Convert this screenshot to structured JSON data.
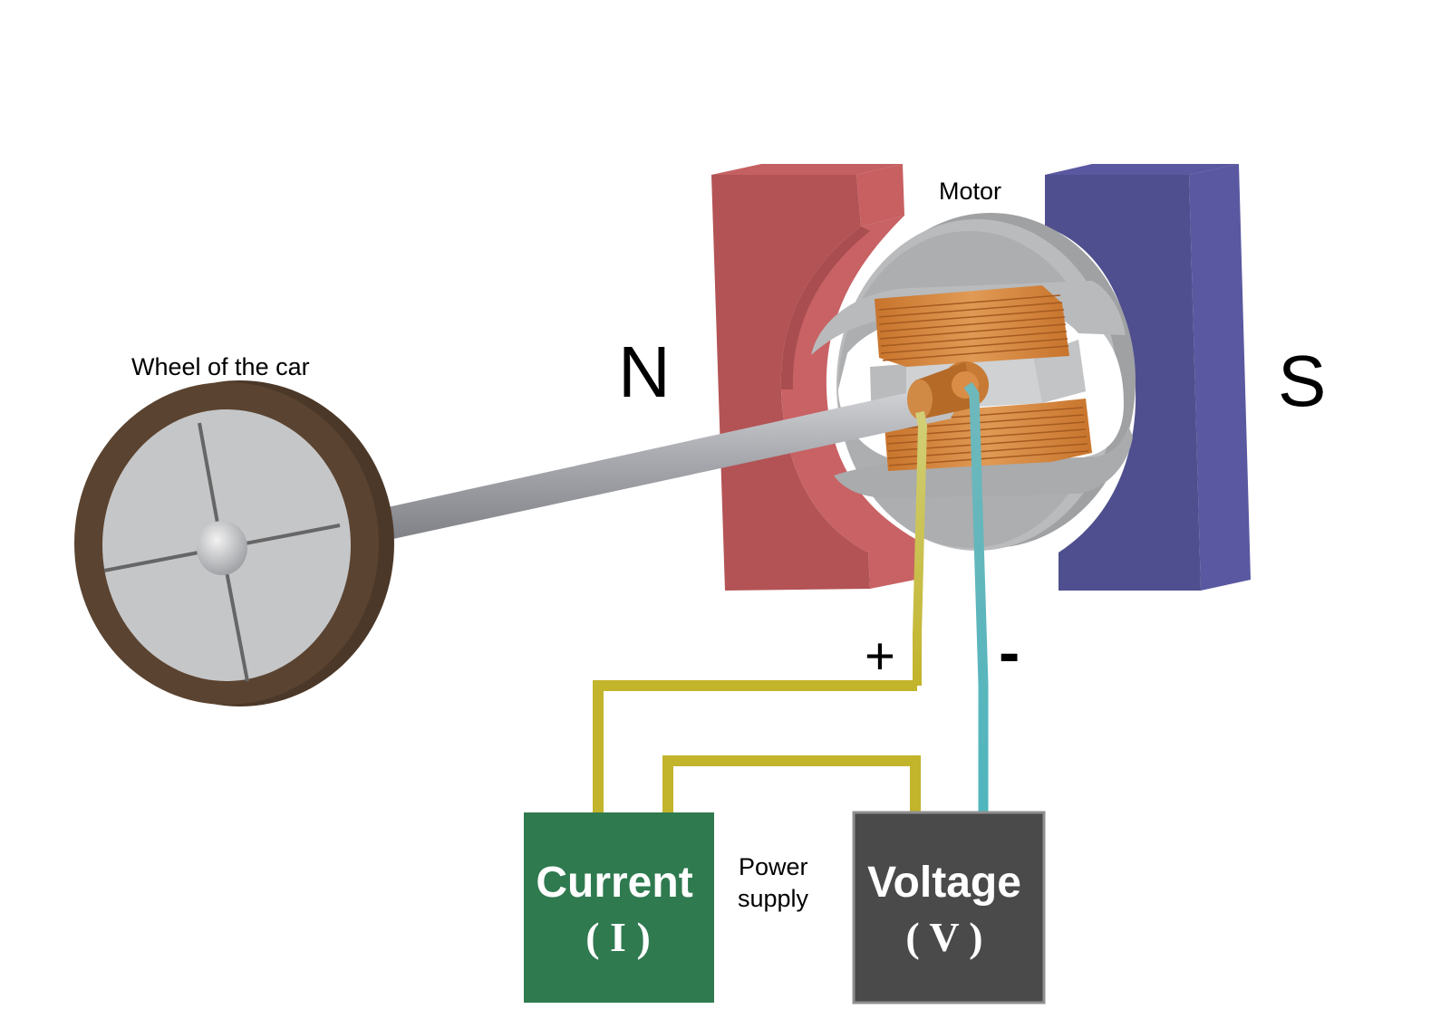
{
  "labels": {
    "wheel": "Wheel of the car",
    "motor": "Motor",
    "north": "N",
    "south": "S",
    "plus": "+",
    "minus": "-",
    "power_line1": "Power",
    "power_line2": "supply"
  },
  "boxes": {
    "current_title": "Current",
    "current_symbol": "( I )",
    "voltage_title": "Voltage",
    "voltage_symbol": "( V )"
  },
  "colors": {
    "north_magnet": "#b35355",
    "south_magnet": "#4f4f8f",
    "wheel_rim": "#5a4330",
    "positive_wire": "#c2b42b",
    "negative_wire": "#56b5bd",
    "current_box": "#2f7a4f",
    "voltage_box": "#4a4a4a",
    "coil": "#d9853a"
  }
}
